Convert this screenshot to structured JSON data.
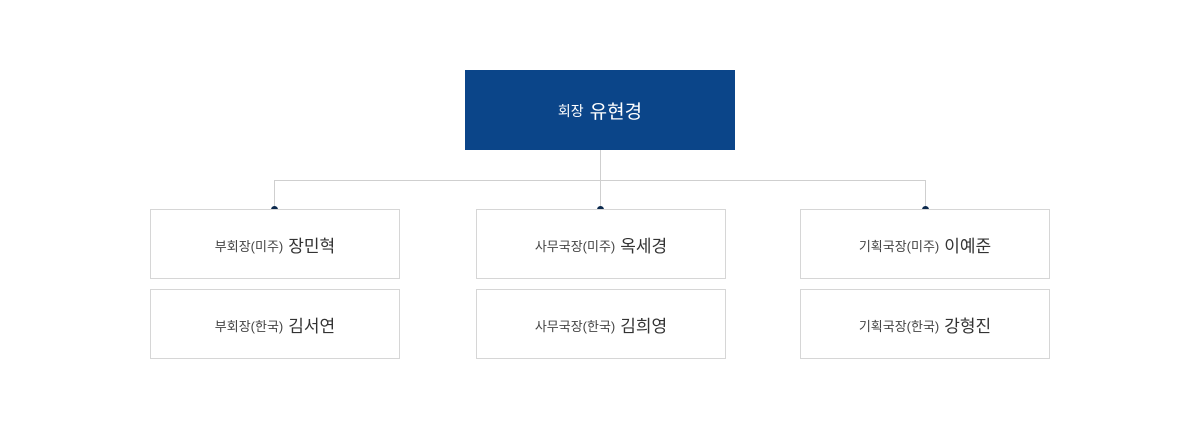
{
  "president": {
    "role": "회장",
    "name": "유현경"
  },
  "members": [
    {
      "role": "부회장(미주)",
      "name": "장민혁"
    },
    {
      "role": "부회장(한국)",
      "name": "김서연"
    },
    {
      "role": "사무국장(미주)",
      "name": "옥세경"
    },
    {
      "role": "사무국장(한국)",
      "name": "김희영"
    },
    {
      "role": "기획국장(미주)",
      "name": "이예준"
    },
    {
      "role": "기획국장(한국)",
      "name": "강형진"
    }
  ],
  "colors": {
    "president_background": "#0b4589",
    "connector_dot": "#0c2a4e",
    "connector_line": "#cfcfcf",
    "box_border": "#d6d6d6"
  }
}
